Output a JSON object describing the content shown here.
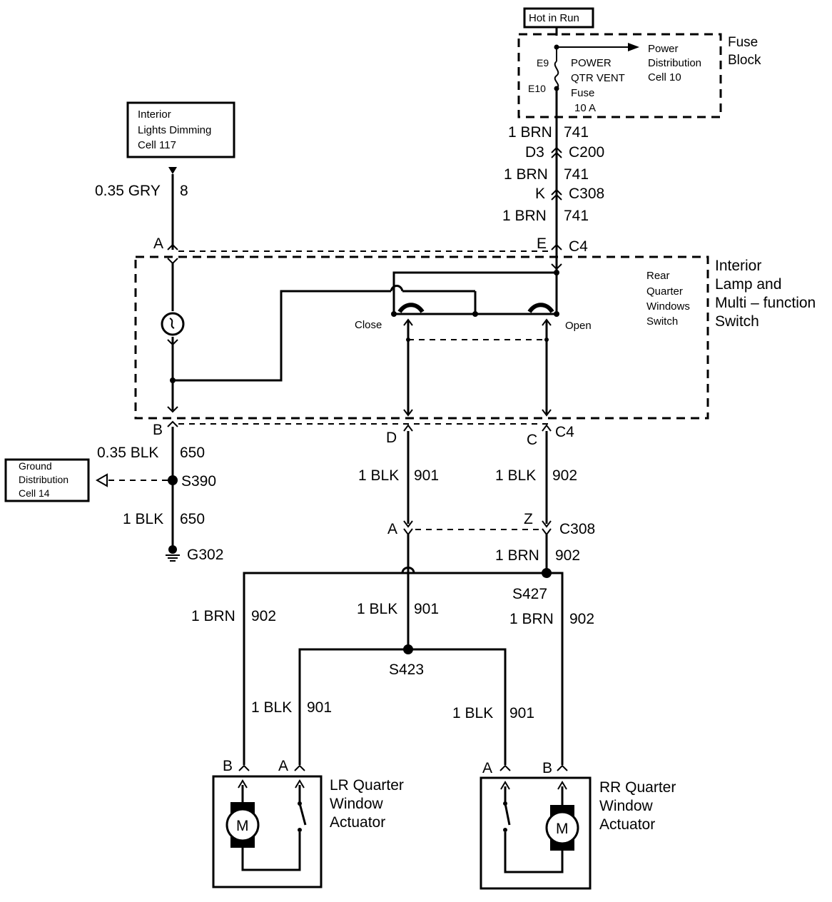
{
  "power": {
    "hot_in_run": "Hot in Run",
    "fuse_block_1": "Fuse",
    "fuse_block_2": "Block",
    "fuse_pin_in": "E9",
    "fuse_pin_out": "E10",
    "fuse_name_1": "POWER",
    "fuse_name_2": "QTR VENT",
    "fuse_name_3": "Fuse",
    "fuse_rating": "10 A",
    "pd_ref_1": "Power",
    "pd_ref_2": "Distribution",
    "pd_ref_3": "Cell 10"
  },
  "feed_wires": [
    {
      "wire": "1 BRN",
      "circuit": "741",
      "pin": "D3",
      "connector": "C200"
    },
    {
      "wire": "1 BRN",
      "circuit": "741",
      "pin": "K",
      "connector": "C308"
    },
    {
      "wire": "1 BRN",
      "circuit": "741",
      "pin": "E",
      "connector": "C4"
    }
  ],
  "dimming": {
    "ref_1": "Interior",
    "ref_2": "Lights Dimming",
    "ref_3": "Cell 117",
    "wire": "0.35 GRY",
    "circuit": "8",
    "pin": "A"
  },
  "switch_module": {
    "title_1": "Interior",
    "title_2": "Lamp and",
    "title_3": "Multi – function",
    "title_4": "Switch",
    "sub_1": "Rear",
    "sub_2": "Quarter",
    "sub_3": "Windows",
    "sub_4": "Switch",
    "close_label": "Close",
    "open_label": "Open"
  },
  "ground": {
    "pin": "B",
    "wire_top": "0.35 BLK",
    "circuit_top": "650",
    "ref_1": "Ground",
    "ref_2": "Distribution",
    "ref_3": "Cell 14",
    "splice": "S390",
    "wire_bottom": "1 BLK",
    "circuit_bottom": "650",
    "ground_point": "G302"
  },
  "outputs": {
    "pin_d": "D",
    "pin_c": "C",
    "connector_c4": "C4",
    "wire_d": "1 BLK",
    "circuit_d": "901",
    "wire_c": "1 BLK",
    "circuit_c": "902",
    "pin_a": "A",
    "pin_z": "Z",
    "connector_c308": "C308",
    "wire_after_z": "1 BRN",
    "circuit_after_z": "902",
    "splice_427": "S427",
    "splice_423": "S423"
  },
  "branches": {
    "left_brn_wire": "1 BRN",
    "left_brn_circuit": "902",
    "mid_blk_wire": "1 BLK",
    "mid_blk_circuit": "901",
    "right_brn_wire": "1 BRN",
    "right_brn_circuit": "902",
    "lr_blk_wire": "1 BLK",
    "lr_blk_circuit": "901",
    "rr_blk_wire": "1 BLK",
    "rr_blk_circuit": "901"
  },
  "actuators": {
    "lr_pin_b": "B",
    "lr_pin_a": "A",
    "lr_name_1": "LR Quarter",
    "lr_name_2": "Window",
    "lr_name_3": "Actuator",
    "rr_pin_a": "A",
    "rr_pin_b": "B",
    "rr_name_1": "RR Quarter",
    "rr_name_2": "Window",
    "rr_name_3": "Actuator",
    "motor_symbol": "M"
  }
}
